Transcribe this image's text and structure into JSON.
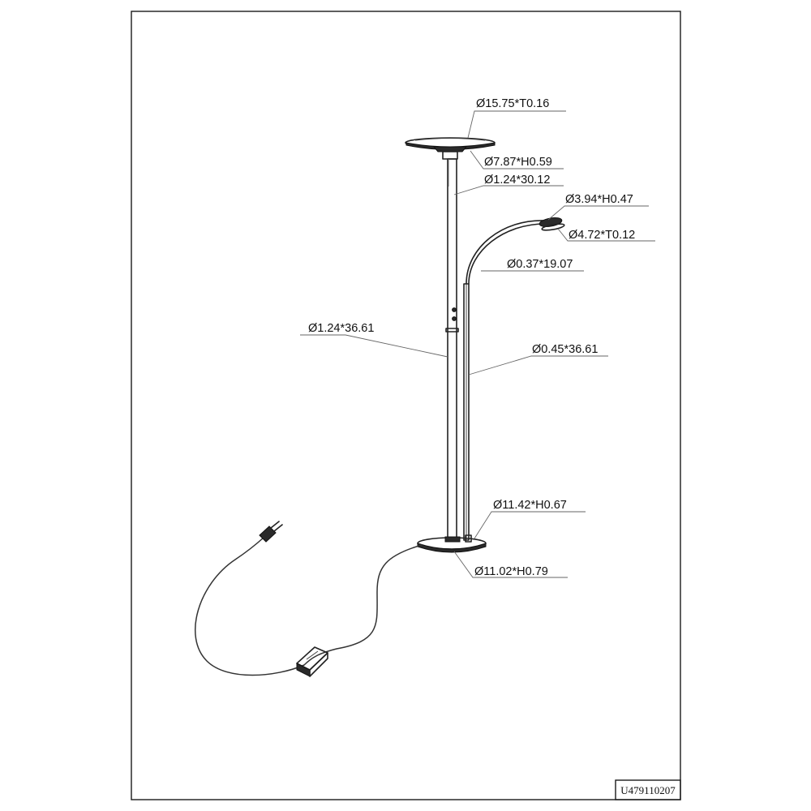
{
  "dimensions": {
    "top_shade": "Ø15.75*T0.16",
    "top_hub": "Ø7.87*H0.59",
    "upper_pole": "Ø1.24*30.12",
    "reading_head": "Ø3.94*H0.47",
    "reading_shade": "Ø4.72*T0.12",
    "gooseneck": "Ø0.37*19.07",
    "main_pole": "Ø1.24*36.61",
    "reading_pole": "Ø0.45*36.61",
    "base_top": "Ø11.42*H0.67",
    "base_bottom": "Ø11.02*H0.79"
  },
  "drawing_code": "U479110207"
}
